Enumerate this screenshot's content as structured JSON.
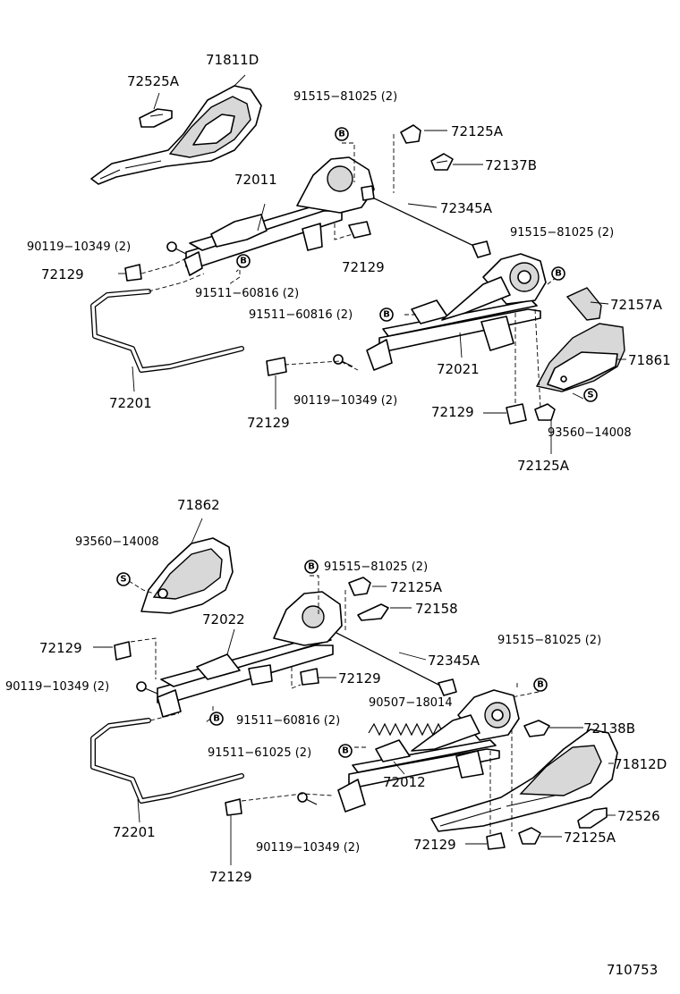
{
  "figure_code": "710753",
  "badges": {
    "bolt": "B",
    "screw": "S"
  },
  "labels": {
    "top_71811D": "71811D",
    "top_72525A": "72525A",
    "top_91515_a": "91515−81025 (2)",
    "top_72125A_a": "72125A",
    "top_72137B": "72137B",
    "top_72011": "72011",
    "top_72345A": "72345A",
    "top_90119_a": "90119−10349 (2)",
    "top_72129_a": "72129",
    "top_72129_b": "72129",
    "top_91515_b": "91515−81025 (2)",
    "top_91511_a": "91511−60816 (2)",
    "top_91511_b": "91511−60816 (2)",
    "top_72157A": "72157A",
    "top_72201": "72201",
    "top_72021": "72021",
    "top_71861": "71861",
    "top_90119_b": "90119−10349 (2)",
    "top_72129_c": "72129",
    "top_72129_d": "72129",
    "top_93560": "93560−14008",
    "top_72125A_b": "72125A",
    "bot_71862": "71862",
    "bot_93560": "93560−14008",
    "bot_91515_a": "91515−81025 (2)",
    "bot_72125A_a": "72125A",
    "bot_72158": "72158",
    "bot_72022": "72022",
    "bot_72345A": "72345A",
    "bot_72129_a": "72129",
    "bot_91515_b": "91515−81025 (2)",
    "bot_90119_a": "90119−10349 (2)",
    "bot_72129_b": "72129",
    "bot_91511_a": "91511−60816 (2)",
    "bot_90507": "90507−18014",
    "bot_72138B": "72138B",
    "bot_91511_b": "91511−61025 (2)",
    "bot_71812D": "71812D",
    "bot_72012": "72012",
    "bot_72201": "72201",
    "bot_72526": "72526",
    "bot_90119_b": "90119−10349 (2)",
    "bot_72129_c": "72129",
    "bot_72125A_b": "72125A",
    "bot_72129_d": "72129"
  }
}
